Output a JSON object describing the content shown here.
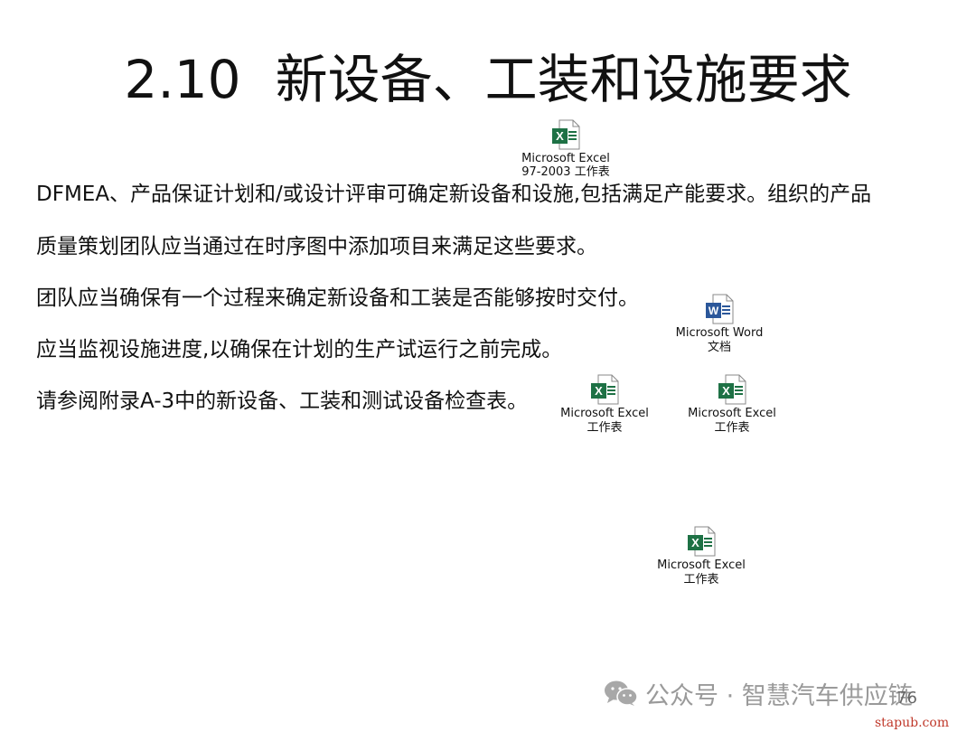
{
  "slide": {
    "title_number": "2.10",
    "title_text": "新设备、工装和设施要求",
    "paragraphs": [
      "DFMEA、产品保证计划和/或设计评审可确定新设备和设施,包括满足产能要求。组织的产品",
      "质量策划团队应当通过在时序图中添加项目来满足这些要求。",
      "团队应当确保有一个过程来确定新设备和工装是否能够按时交付。",
      "应当监视设施进度,以确保在计划的生产试运行之前完成。",
      "请参阅附录A-3中的新设备、工装和测试设备检查表。"
    ],
    "embedded_objects": [
      {
        "icon": "excel-icon",
        "line1": "Microsoft Excel",
        "line2": "97-2003 工作表"
      },
      {
        "icon": "word-icon",
        "line1": "Microsoft Word",
        "line2": "文档"
      },
      {
        "icon": "excel-icon",
        "line1": "Microsoft Excel",
        "line2": "工作表"
      },
      {
        "icon": "excel-icon",
        "line1": "Microsoft Excel",
        "line2": "工作表"
      },
      {
        "icon": "excel-icon",
        "line1": "Microsoft Excel",
        "line2": "工作表"
      }
    ],
    "page_number": "76"
  },
  "watermark": {
    "text": "公众号 · 智慧汽车供应链",
    "site": "stapub.com"
  },
  "colors": {
    "excel": "#1e7145",
    "word": "#2b579a",
    "watermark": "#9a9a9a",
    "site": "#c0392b"
  }
}
